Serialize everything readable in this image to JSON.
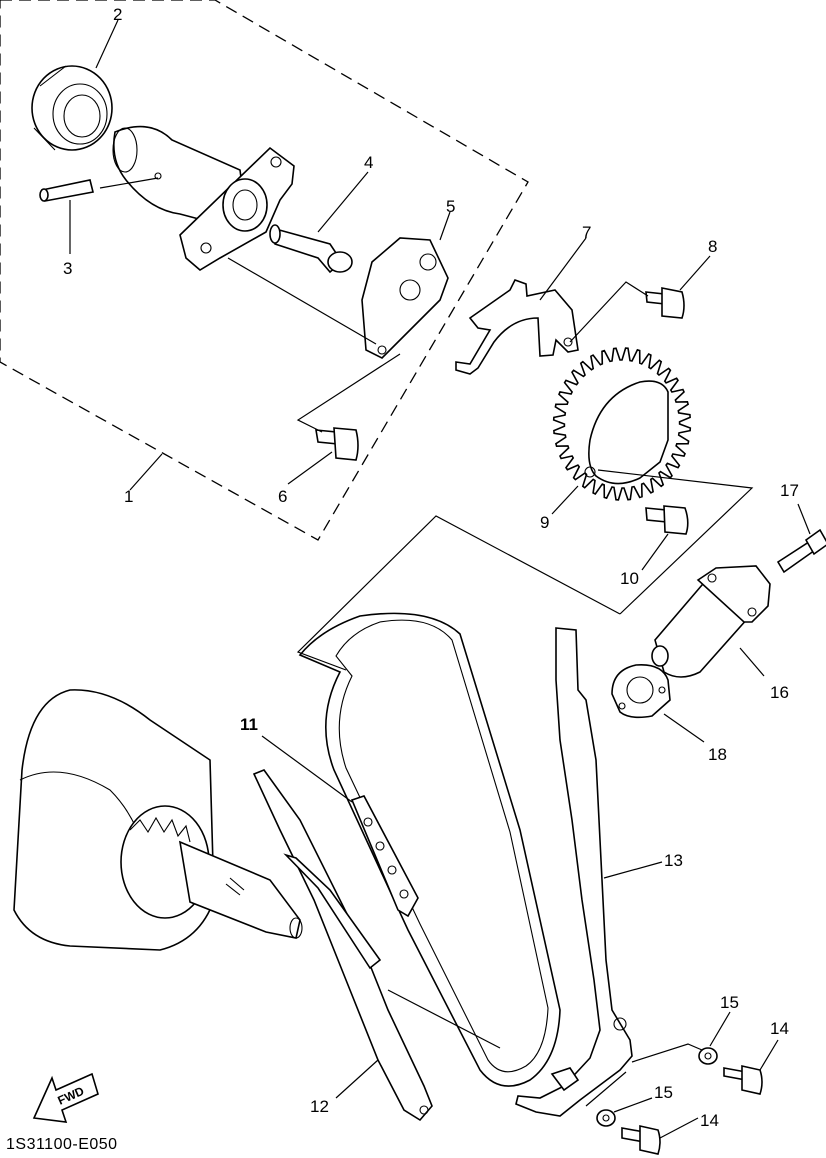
{
  "diagram": {
    "code": "1S31100-E050",
    "fwd_label": "FWD",
    "callouts": {
      "c1": "1",
      "c2": "2",
      "c3": "3",
      "c4": "4",
      "c5": "5",
      "c6": "6",
      "c7": "7",
      "c8": "8",
      "c9": "9",
      "c10": "10",
      "c11": "11",
      "c12": "12",
      "c13": "13",
      "c14a": "14",
      "c14b": "14",
      "c15a": "15",
      "c15b": "15",
      "c16": "16",
      "c17": "17",
      "c18": "18"
    }
  }
}
